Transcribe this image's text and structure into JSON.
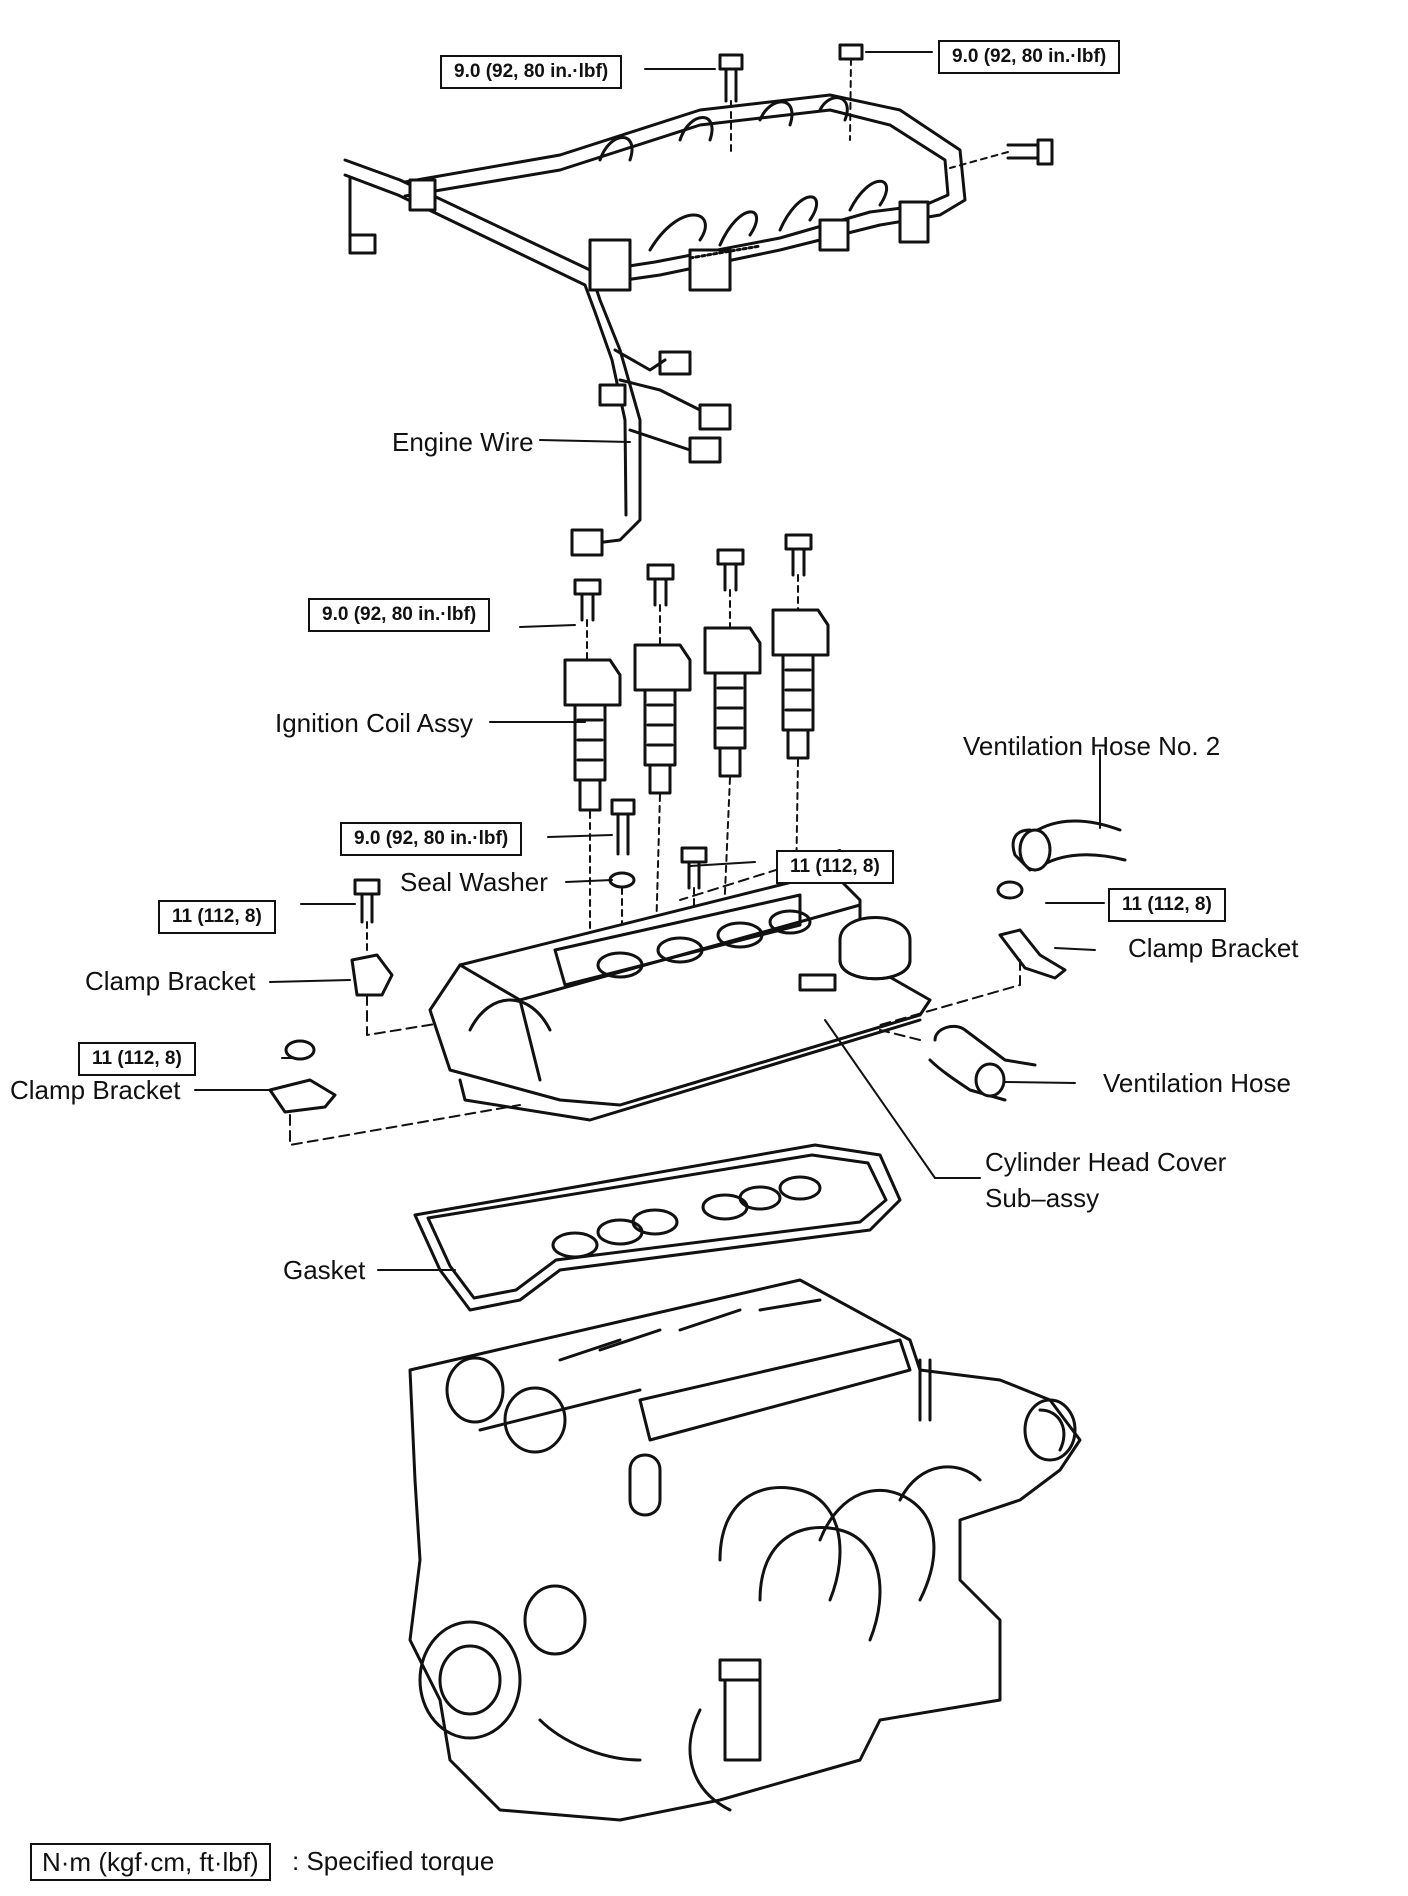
{
  "torque_specs": [
    "9.0 (92, 80 in.·lbf)",
    "9.0 (92, 80 in.·lbf)",
    "9.0 (92, 80 in.·lbf)",
    "9.0 (92, 80 in.·lbf)",
    "11 (112, 8)",
    "11 (112, 8)",
    "11 (112, 8)",
    "11 (112, 8)"
  ],
  "parts": {
    "engine_wire": "Engine Wire",
    "ignition_coil": "Ignition Coil Assy",
    "seal_washer": "Seal Washer",
    "vent_hose_2": "Ventilation Hose No. 2",
    "clamp_bracket_right": "Clamp Bracket",
    "clamp_bracket_left": "Clamp Bracket",
    "clamp_bracket_lower": "Clamp Bracket",
    "ventilation_hose": "Ventilation Hose",
    "cylinder_head_cover_1": "Cylinder Head Cover",
    "cylinder_head_cover_2": "Sub–assy",
    "gasket": "Gasket"
  },
  "legend": {
    "unit": "N·m (kgf·cm, ft·lbf)",
    "text": ": Specified torque"
  }
}
